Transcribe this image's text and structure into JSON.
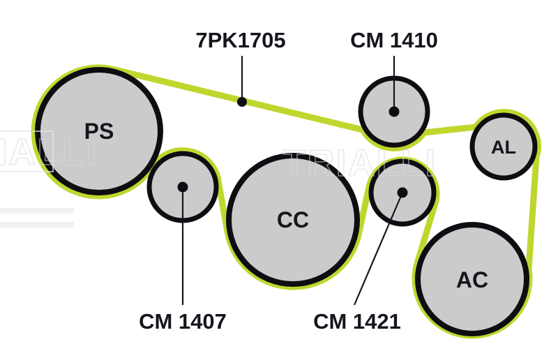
{
  "diagram": {
    "belt": {
      "label": "7PK1705",
      "color": "#c0d62e"
    },
    "pulleys": {
      "ps": "PS",
      "cc": "CC",
      "al": "AL",
      "ac": "AC"
    },
    "idlers": {
      "cm1410": "CM 1410",
      "cm1407": "CM 1407",
      "cm1421": "CM 1421"
    },
    "colors": {
      "belt": "#c0d62e",
      "pulley_fill": "#cbcbcb",
      "outline": "#0d0d12",
      "label": "#15151d"
    },
    "watermark": "TRIALLI"
  }
}
